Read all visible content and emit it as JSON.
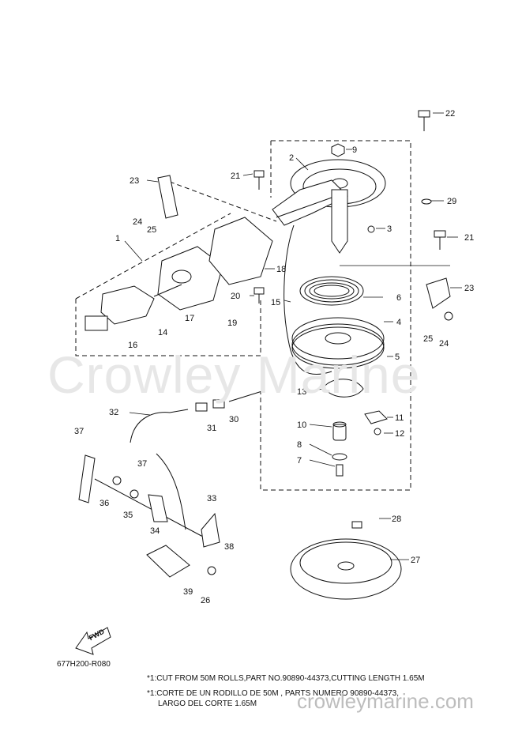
{
  "watermark": "Crowley Marine",
  "watermark_url": "crowleymarine.com",
  "diagram_code": "677H200-R080",
  "notes": {
    "line1": "*1:CUT FROM 50M ROLLS,PART NO.90890-44373,CUTTING LENGTH 1.65M",
    "line2": "*1:CORTE DE UN RODILLO DE 50M , PARTS NUMERO 90890-44373,",
    "line3": "LARGO DEL CORTE 1.65M"
  },
  "direction_label": "FWD",
  "callouts": [
    "1",
    "2",
    "3",
    "4",
    "5",
    "6",
    "7",
    "8",
    "9",
    "10",
    "11",
    "12",
    "13",
    "14",
    "15",
    "16",
    "17",
    "18",
    "19",
    "20",
    "21",
    "21",
    "22",
    "23",
    "23",
    "24",
    "24",
    "25",
    "25",
    "26",
    "27",
    "28",
    "29",
    "30",
    "31",
    "32",
    "33",
    "34",
    "35",
    "36",
    "37",
    "37",
    "38",
    "39"
  ]
}
